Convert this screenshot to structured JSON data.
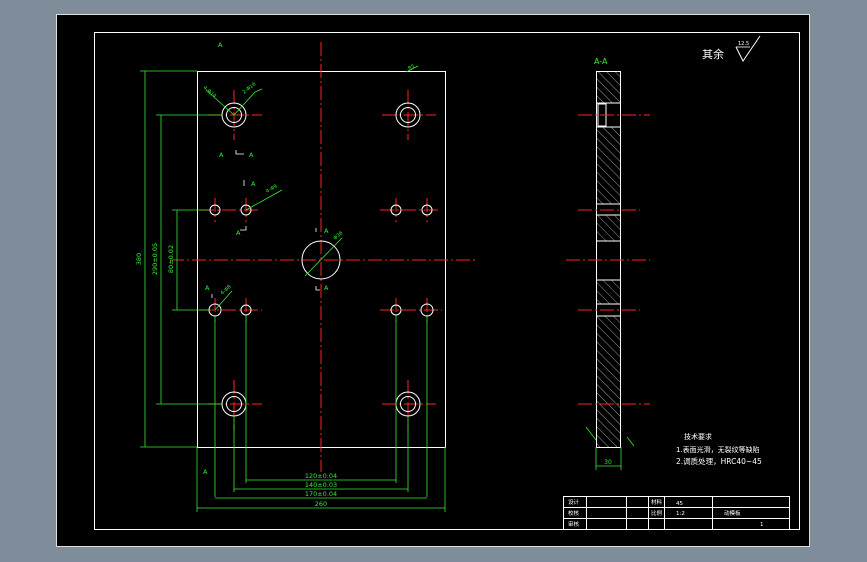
{
  "drawing": {
    "colors": {
      "background": "#7f8c99",
      "sheet": "#000000",
      "outline": "#ffffff",
      "centerline": "#ff2222",
      "dimension": "#33ee33",
      "hatch": "#ffffff"
    },
    "roughness_note": {
      "label": "其余",
      "value": "12.5"
    },
    "section_title": "A-A",
    "cut_labels": {
      "a": "A",
      "a_corner": "A",
      "corner_mark": "L A",
      "corner_mark2": "A"
    },
    "leaders": {
      "small_1": "2-Φ16",
      "small_2": "4-Φ14",
      "small_3": "4-Φ9",
      "small_4": "4-Φ8",
      "big": "Φ36",
      "edge_top": "R5"
    },
    "dimensions": {
      "height_total": "380",
      "height_outer": "290±0.05",
      "height_inner": "80±0.02",
      "width_1": "120±0.04",
      "width_2": "140±0.03",
      "width_3": "170±0.04",
      "width_total": "260",
      "thickness": "30",
      "side_top": "",
      "side_bottom": ""
    },
    "tech_requirements": {
      "title": "技术要求",
      "line1": "1.表面光滑，无裂纹等缺陷",
      "line2": "2.调质处理，HRC40~45"
    },
    "title_block": {
      "r1c1": "设计",
      "r2c1": "校核",
      "r3c1": "审核",
      "r1c3": "材料",
      "r2c3": "比例",
      "material": "45",
      "scale": "1:2",
      "part_name": "动模板",
      "count": "1"
    }
  }
}
